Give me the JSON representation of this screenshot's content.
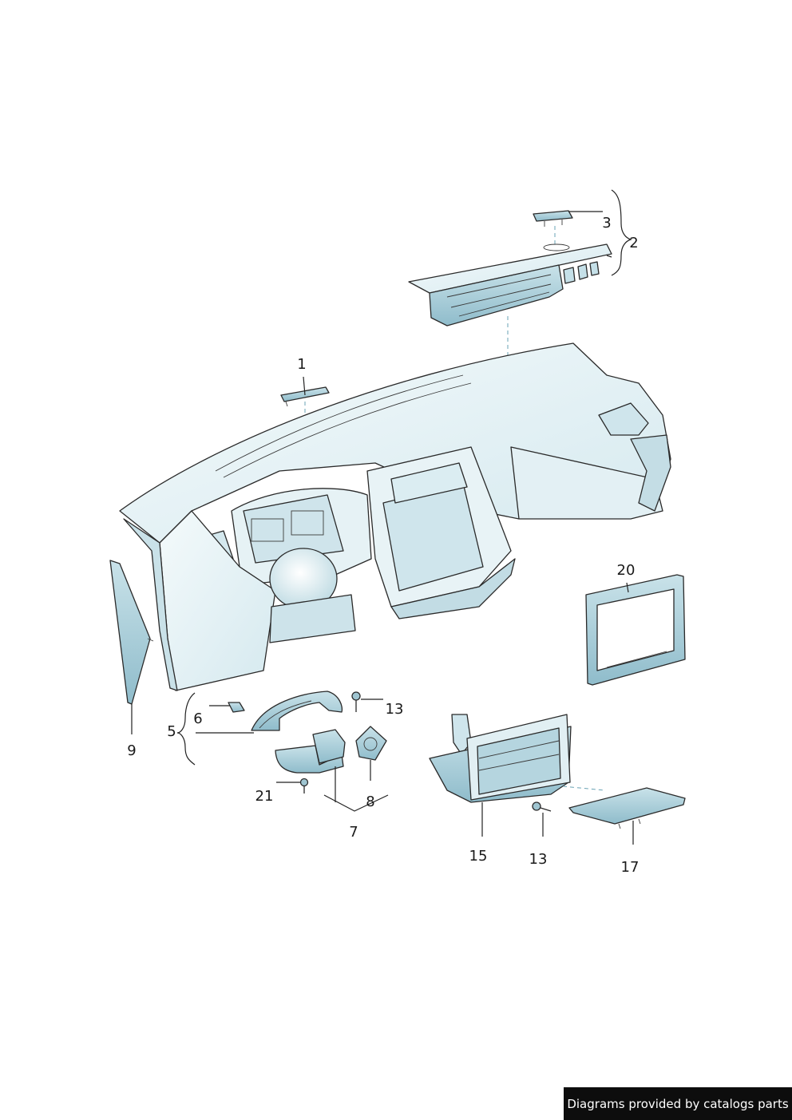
{
  "callouts": {
    "c1": "1",
    "c2": "2",
    "c3": "3",
    "c5": "5",
    "c6": "6",
    "c7": "7",
    "c8": "8",
    "c9": "9",
    "c13a": "13",
    "c13b": "13",
    "c15": "15",
    "c17": "17",
    "c20": "20",
    "c21": "21"
  },
  "credit": "Diagrams provided by catalogs parts",
  "colors": {
    "fill_light": "#eef6f8",
    "fill_mid": "#d4e8ee",
    "fill_dark": "#a9cdd8",
    "line": "#2a2a2a",
    "credit_bg": "#0d0d0d"
  }
}
